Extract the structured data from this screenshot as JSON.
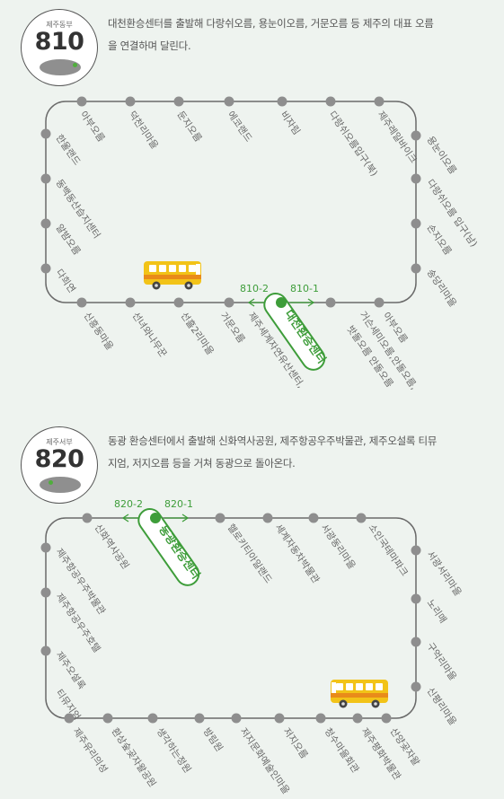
{
  "routes": [
    {
      "area": "제주동부",
      "number": "810",
      "description_line1": "대천환승센터를 출발해 다랑쉬오름, 용눈이오름, 거문오름 등 제주의 대표 오름",
      "description_line2": "을 연결하며 달린다.",
      "hub_label": "대천환승센터",
      "dir_left": "810-2",
      "dir_right": "810-1",
      "top_stops": [
        "아부오름",
        "덕천리마을",
        "둔지오름",
        "에코랜드",
        "비자림",
        "다랑쉬오름입구(북)",
        "제주레일바이크"
      ],
      "right_stops": [
        "용눈이오름",
        "다랑쉬오름 입구(남)",
        "손지오름",
        "송당리마을"
      ],
      "bottom_stops": [
        "신흥동마을",
        "선녀와나무꾼",
        "선흘2리마을",
        "거문오름",
        "제주세계자연유산센터,",
        "대천환승센터",
        "거슨세미오름,안돌오름,",
        "밧돌오름 안돌오름",
        "아부오름"
      ],
      "left_stops": [
        "한울랜드",
        "동백동산습지센터",
        "알밤오름",
        "다희연"
      ]
    },
    {
      "area": "제주서부",
      "number": "820",
      "description_line1": "동광 환승센터에서 출발해 신화역사공원, 제주항공우주박물관, 제주오설록 티뮤",
      "description_line2": "지엄, 저지오름 등을 거쳐 동광으로 돌아온다.",
      "hub_label": "동광환승센터",
      "dir_left": "820-2",
      "dir_right": "820-1",
      "top_stops": [
        "신화역사공원",
        "헬로키티아일랜드",
        "세계자동차박물관",
        "서광동리마을",
        "소인국테마파크"
      ],
      "right_stops": [
        "서광서리마을",
        "노리매",
        "구억리마을",
        "신평리마을"
      ],
      "bottom_stops": [
        "제주유리의성",
        "환상숲곶자왈공원",
        "생각하는정원",
        "방림원",
        "저지문화예술인마을",
        "저지오름",
        "청수마을회관",
        "제주평화박물관",
        "산양곶자왈"
      ],
      "left_stops": [
        "제주항공우주박물관",
        "제주항공우주호텔",
        "제주오설록",
        "티뮤지엄"
      ]
    }
  ],
  "colors": {
    "track": "#6a6a6a",
    "stop": "#8e8e8e",
    "green": "#3e9d3a",
    "label": "#666666",
    "bus_body": "#f2c318",
    "bus_stripe": "#e98b1a"
  }
}
